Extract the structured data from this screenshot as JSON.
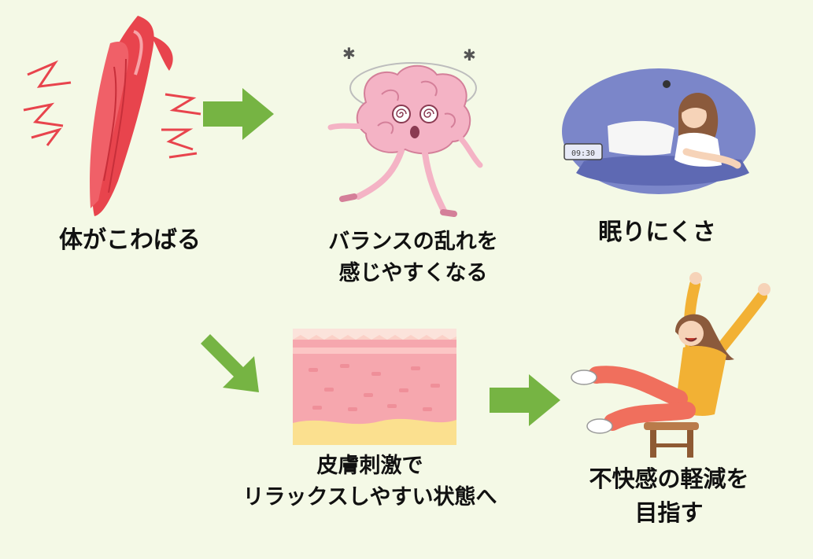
{
  "steps": {
    "stiff": {
      "line1": "体がこわばる"
    },
    "balance": {
      "line1": "バランスの乱れを",
      "line2": "感じやすくなる"
    },
    "sleep": {
      "line1": "眠りにくさ"
    },
    "skin": {
      "line1": "皮膚刺激で",
      "line2": "リラックスしやすい状態へ"
    },
    "relief": {
      "line1": "不快感の軽減を",
      "line2": "目指す"
    }
  },
  "clock_text": "09:30",
  "colors": {
    "background": "#f4f9e6",
    "arrow": "#76b443",
    "muscle": "#e8444d",
    "brain": "#f4b3c5",
    "night": "#7b86c9",
    "skin": "#f6a7ae",
    "sweater": "#f2b134",
    "pants": "#f06f5d"
  }
}
